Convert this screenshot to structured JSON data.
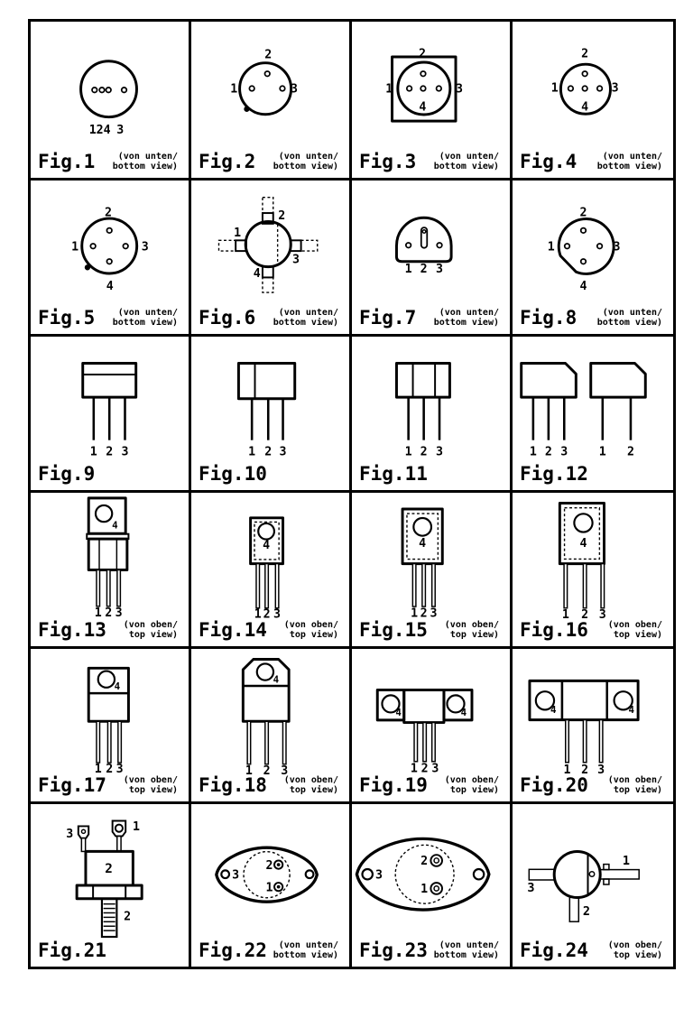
{
  "page": {
    "background": "#ffffff",
    "ink": "#000000"
  },
  "figures": [
    {
      "label": "Fig.1",
      "view": [
        "(von unten/",
        "bottom view)"
      ],
      "pins": [
        "124",
        "3"
      ]
    },
    {
      "label": "Fig.2",
      "view": [
        "(von unten/",
        "bottom view)"
      ],
      "pins": [
        "1",
        "2",
        "3"
      ]
    },
    {
      "label": "Fig.3",
      "view": [
        "(von unten/",
        "bottom view)"
      ],
      "pins": [
        "1",
        "2",
        "3",
        "4"
      ]
    },
    {
      "label": "Fig.4",
      "view": [
        "(von unten/",
        "bottom view)"
      ],
      "pins": [
        "1",
        "2",
        "3",
        "4"
      ]
    },
    {
      "label": "Fig.5",
      "view": [
        "(von unten/",
        "bottom view)"
      ],
      "pins": [
        "1",
        "2",
        "3",
        "4"
      ]
    },
    {
      "label": "Fig.6",
      "view": [
        "(von unten/",
        "bottom view)"
      ],
      "pins": [
        "1",
        "2",
        "3",
        "4"
      ]
    },
    {
      "label": "Fig.7",
      "view": [
        "(von unten/",
        "bottom view)"
      ],
      "pins": [
        "1",
        "2",
        "3"
      ]
    },
    {
      "label": "Fig.8",
      "view": [
        "(von unten/",
        "bottom view)"
      ],
      "pins": [
        "1",
        "2",
        "3",
        "4"
      ]
    },
    {
      "label": "Fig.9",
      "view": [],
      "pins": [
        "1",
        "2",
        "3"
      ]
    },
    {
      "label": "Fig.10",
      "view": [],
      "pins": [
        "1",
        "2",
        "3"
      ]
    },
    {
      "label": "Fig.11",
      "view": [],
      "pins": [
        "1",
        "2",
        "3"
      ]
    },
    {
      "label": "Fig.12",
      "view": [],
      "pins": [
        "1",
        "2",
        "3",
        "1",
        "2"
      ]
    },
    {
      "label": "Fig.13",
      "view": [
        "(von oben/",
        "top view)"
      ],
      "pins": [
        "1",
        "2",
        "3",
        "4"
      ]
    },
    {
      "label": "Fig.14",
      "view": [
        "(von oben/",
        "top view)"
      ],
      "pins": [
        "1",
        "2",
        "3",
        "4"
      ]
    },
    {
      "label": "Fig.15",
      "view": [
        "(von oben/",
        "top view)"
      ],
      "pins": [
        "1",
        "2",
        "3",
        "4"
      ]
    },
    {
      "label": "Fig.16",
      "view": [
        "(von oben/",
        "top view)"
      ],
      "pins": [
        "1",
        "2",
        "3",
        "4"
      ]
    },
    {
      "label": "Fig.17",
      "view": [
        "(von oben/",
        "top view)"
      ],
      "pins": [
        "1",
        "2",
        "3",
        "4"
      ]
    },
    {
      "label": "Fig.18",
      "view": [
        "(von oben/",
        "top view)"
      ],
      "pins": [
        "1",
        "2",
        "3",
        "4"
      ]
    },
    {
      "label": "Fig.19",
      "view": [
        "(von oben/",
        "top view)"
      ],
      "pins": [
        "1",
        "2",
        "3",
        "4",
        "4"
      ]
    },
    {
      "label": "Fig.20",
      "view": [
        "(von oben/",
        "top view)"
      ],
      "pins": [
        "1",
        "2",
        "3",
        "4",
        "4"
      ]
    },
    {
      "label": "Fig.21",
      "view": [],
      "pins": [
        "3",
        "1",
        "2",
        "2"
      ]
    },
    {
      "label": "Fig.22",
      "view": [
        "(von unten/",
        "bottom view)"
      ],
      "pins": [
        "3",
        "2",
        "1"
      ]
    },
    {
      "label": "Fig.23",
      "view": [
        "(von unten/",
        "bottom view)"
      ],
      "pins": [
        "3",
        "2",
        "1"
      ]
    },
    {
      "label": "Fig.24",
      "view": [
        "(von oben/",
        "top view)"
      ],
      "pins": [
        "3",
        "1",
        "2"
      ]
    }
  ]
}
